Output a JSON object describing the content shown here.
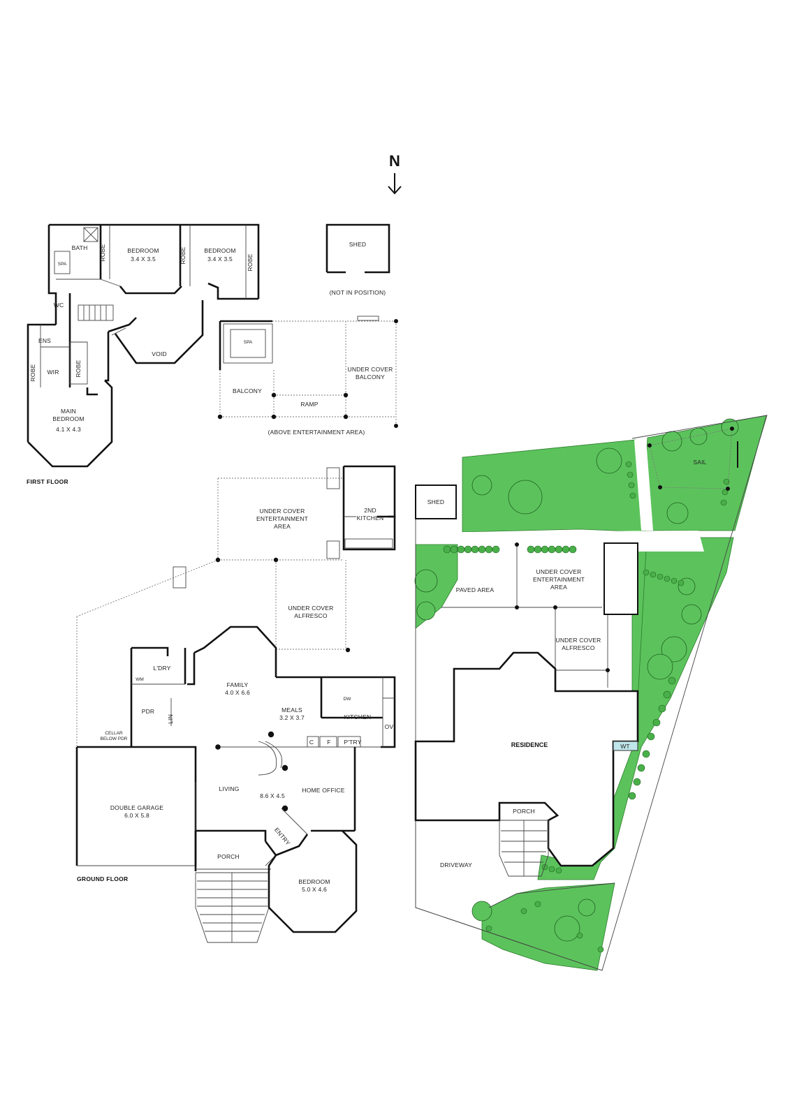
{
  "compass": {
    "label": "N"
  },
  "first_floor": {
    "title": "FIRST FLOOR",
    "rooms": {
      "bath": "BATH",
      "spa": "SPA",
      "robe1": "ROBE",
      "bedroom1": "BEDROOM",
      "bedroom1_dim": "3.4 X 3.5",
      "robe2": "ROBE",
      "bedroom2": "BEDROOM",
      "bedroom2_dim": "3.4 X 3.5",
      "robe3": "ROBE",
      "wc": "WC",
      "ens": "ENS",
      "wir": "WIR",
      "robe4": "ROBE",
      "robe5": "ROBE",
      "void": "VOID",
      "main_bedroom": "MAIN",
      "main_bedroom2": "BEDROOM",
      "main_bedroom_dim": "4.1 X 4.3"
    },
    "shed": {
      "label": "SHED",
      "note": "(NOT IN POSITION)"
    },
    "balcony": {
      "spa": "SPA",
      "balcony": "BALCONY",
      "ramp": "RAMP",
      "under_cover_1": "UNDER COVER",
      "under_cover_2": "BALCONY",
      "note": "(ABOVE ENTERTAINMENT AREA)"
    }
  },
  "ground_floor": {
    "title": "GROUND FLOOR",
    "rooms": {
      "uc_ent_1": "UNDER COVER",
      "uc_ent_2": "ENTERTAINMENT",
      "uc_ent_3": "AREA",
      "kitchen2_a": "2ND",
      "kitchen2_b": "KITCHEN",
      "uc_alf_1": "UNDER COVER",
      "uc_alf_2": "ALFRESCO",
      "ldry": "L'DRY",
      "wm": "WM",
      "family": "FAMILY",
      "family_dim": "4.0 X 6.6",
      "meals": "MEALS",
      "meals_dim": "3.2 X 3.7",
      "dw": "DW",
      "kitchen": "KITCHEN",
      "ov": "OV",
      "pdr": "PDR",
      "lin": "LIN",
      "cellar": "CELLAR",
      "cellar2": "BELOW PDR",
      "c": "C",
      "f": "F",
      "ptry": "P'TRY",
      "double_garage": "DOUBLE GARAGE",
      "garage_dim": "6.0 X 5.8",
      "living": "LIVING",
      "living_dim": "8.6 X 4.5",
      "home_office": "HOME OFFICE",
      "entry": "ENTRY",
      "porch": "PORCH",
      "bedroom": "BEDROOM",
      "bedroom_dim": "5.0 X 4.6"
    }
  },
  "site_plan": {
    "shed": "SHED",
    "sail": "SAIL",
    "paved_area": "PAVED AREA",
    "uc_ent_1": "UNDER COVER",
    "uc_ent_2": "ENTERTAINMENT",
    "uc_ent_3": "AREA",
    "uc_alf_1": "UNDER COVER",
    "uc_alf_2": "ALFRESCO",
    "residence": "RESIDENCE",
    "wt": "WT",
    "porch": "PORCH",
    "driveway": "DRIVEWAY"
  },
  "colors": {
    "lawn": "#5cc35c",
    "water_tank": "#bfe6ea",
    "walls": "#111111"
  }
}
